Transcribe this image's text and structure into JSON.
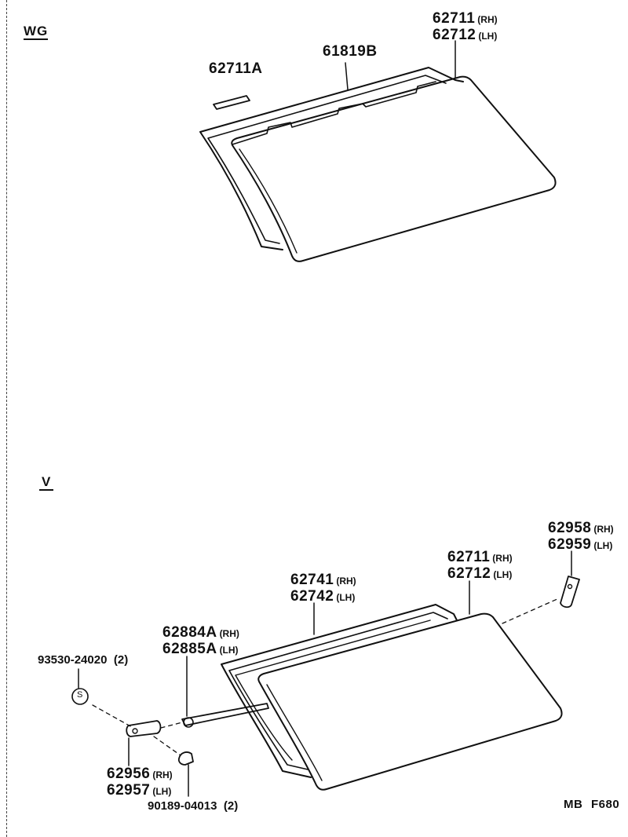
{
  "sections": {
    "wg": "WG",
    "v": "V"
  },
  "wg": {
    "seal": "62711A",
    "weatherstrip": "61819B",
    "glass_rh": "62711",
    "glass_rh_side": "(RH)",
    "glass_lh": "62712",
    "glass_lh_side": "(LH)"
  },
  "v": {
    "latch_rh": "62958",
    "latch_rh_side": "(RH)",
    "latch_lh": "62959",
    "latch_lh_side": "(LH)",
    "glass_rh": "62711",
    "glass_rh_side": "(RH)",
    "glass_lh": "62712",
    "glass_lh_side": "(LH)",
    "frame_rh": "62741",
    "frame_rh_side": "(RH)",
    "frame_lh": "62742",
    "frame_lh_side": "(LH)",
    "hinge_rh": "62884A",
    "hinge_rh_side": "(RH)",
    "hinge_lh": "62885A",
    "hinge_lh_side": "(LH)",
    "screw": "93530-24020",
    "screw_qty": "(2)",
    "screw_symbol": "S",
    "pivot_rh": "62956",
    "pivot_rh_side": "(RH)",
    "pivot_lh": "62957",
    "pivot_lh_side": "(LH)",
    "clip": "90189-04013",
    "clip_qty": "(2)"
  },
  "footer": {
    "code": "MB F680"
  }
}
